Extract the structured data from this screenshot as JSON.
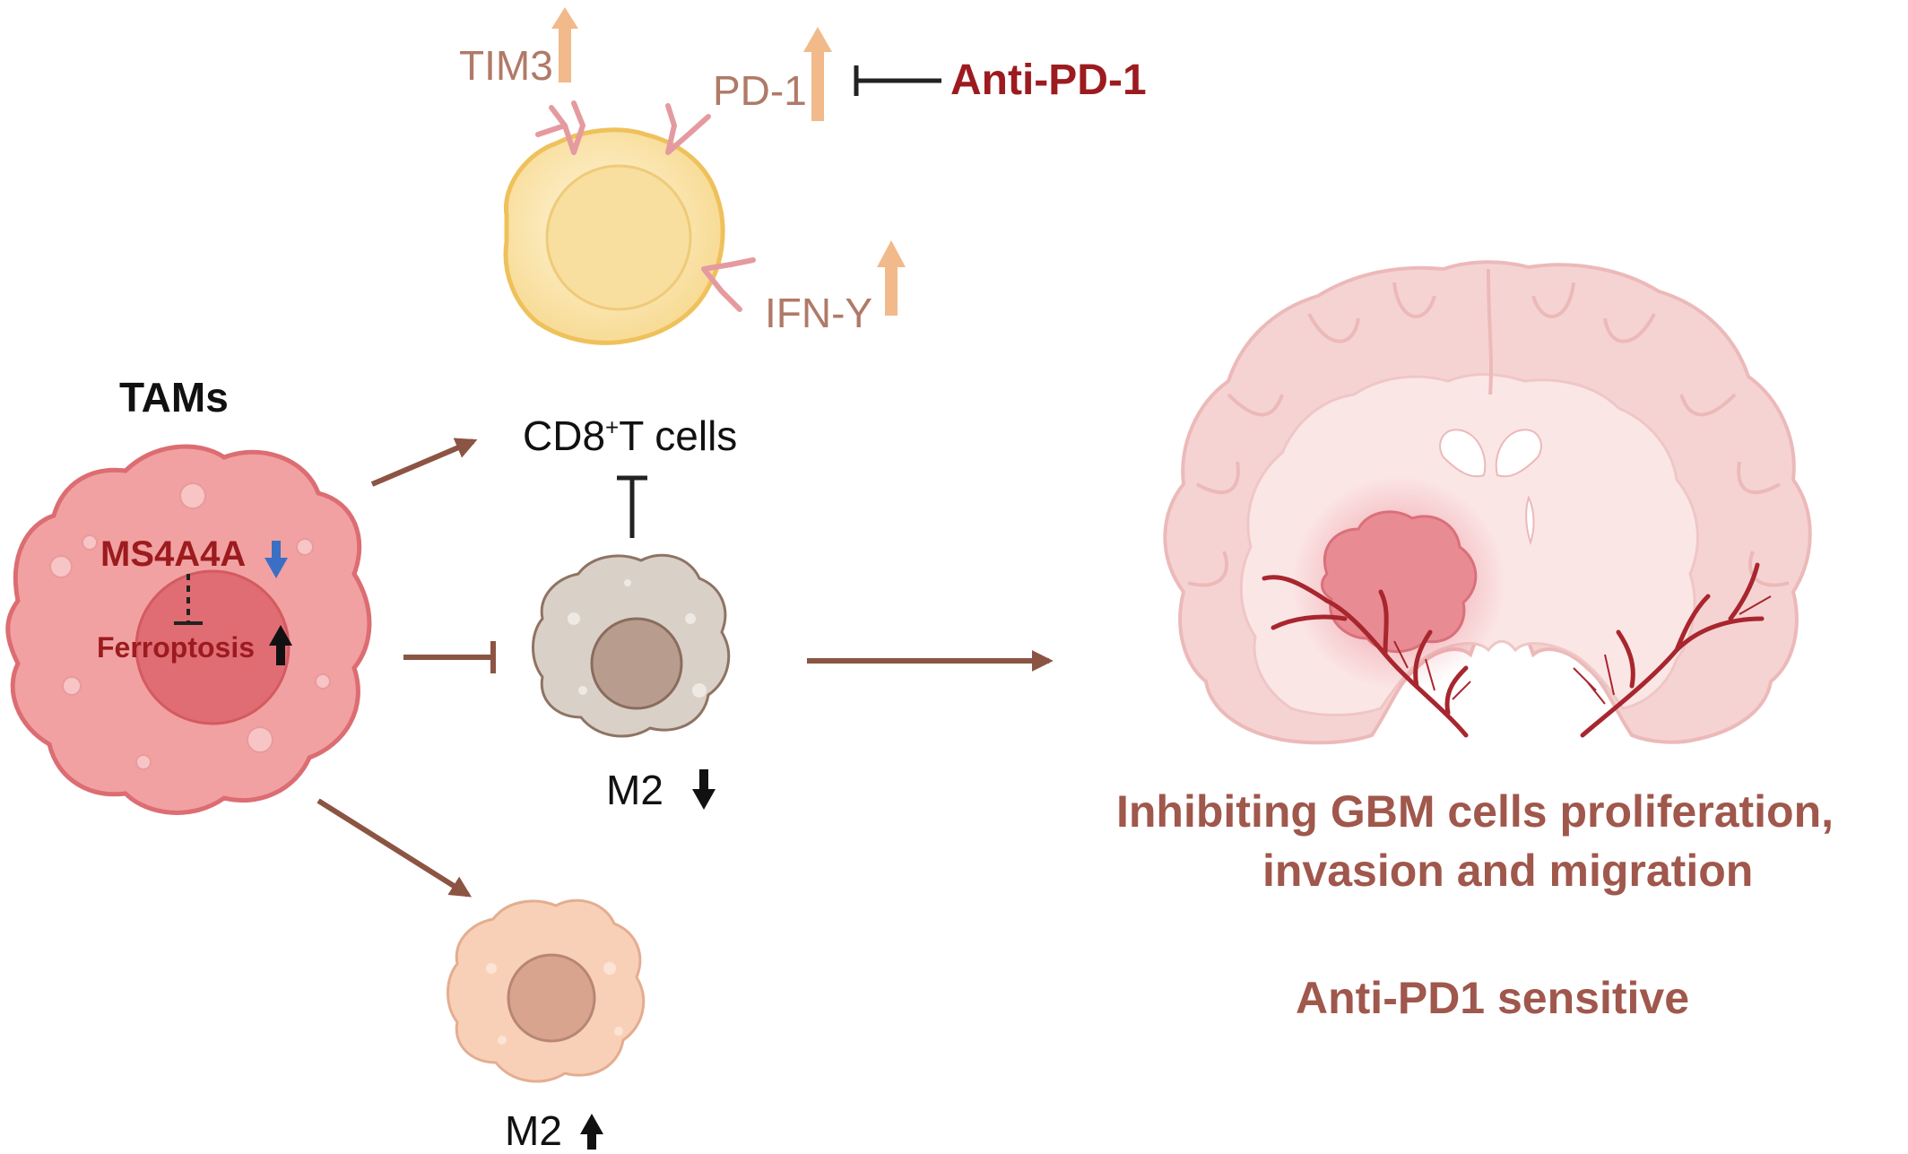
{
  "labels": {
    "tim3": "TIM3",
    "pd1": "PD-1",
    "anti_pd1": "Anti-PD-1",
    "ifn": "IFN-Y",
    "tams": "TAMs",
    "cd8_main": "CD8",
    "cd8_sup": "+",
    "cd8_rest": "T cells",
    "ms4a4a": "MS4A4A",
    "ferroptosis": "Ferroptosis",
    "m2_down": "M2",
    "m2_up": "M2",
    "outcome_line1": "Inhibiting GBM cells proliferation,",
    "outcome_line2": "invasion and migration",
    "outcome_line3": "Anti-PD1 sensitive"
  },
  "colors": {
    "arrow_brown": "#8c5443",
    "up_arrow_peach": "#f2b98a",
    "down_arrow_blue": "#3b6fc4",
    "tam_fill": "#f1a1a1",
    "tam_nucleus": "#e06d73",
    "tcell_fill": "#fbe7b0",
    "m2_gray": "#d9d1c8",
    "m2_peach": "#f8d0b8",
    "brain_fill": "#f6d3d3",
    "vessel": "#a8262e",
    "tumor": "#e98b93"
  }
}
